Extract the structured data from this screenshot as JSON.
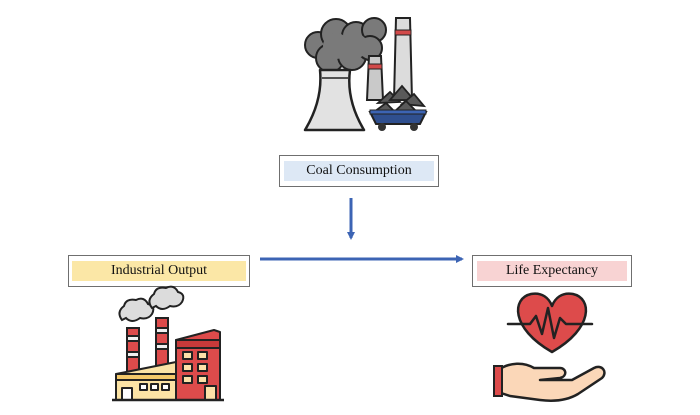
{
  "nodes": {
    "coal": {
      "label": "Coal Consumption",
      "highlight": "#dde8f5"
    },
    "industrial": {
      "label": "Industrial Output",
      "highlight": "#fbe7a6"
    },
    "life": {
      "label": "Life Expectancy",
      "highlight": "#f8d3d3"
    }
  },
  "colors": {
    "arrow": "#3c64b4",
    "box_border": "#6f6f6f"
  },
  "icons": {
    "coal_plant": "coal-power-plant-icon",
    "factory": "factory-icon",
    "health": "heart-in-hand-icon"
  }
}
